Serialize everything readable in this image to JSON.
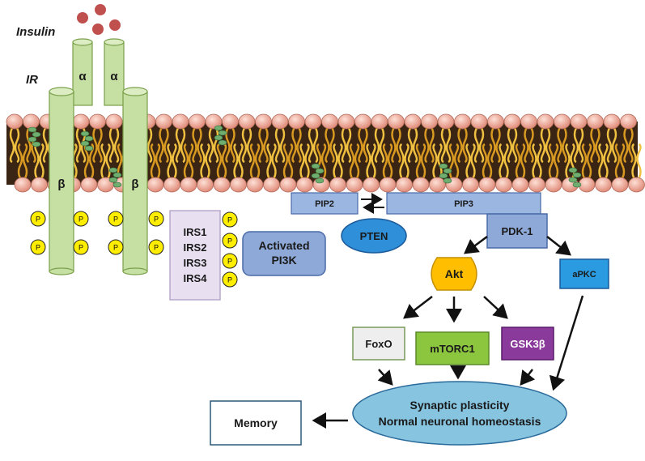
{
  "labels": {
    "insulin": "Insulin",
    "ir": "IR",
    "alpha": "α",
    "beta": "β",
    "phospho": "P"
  },
  "irs": [
    "IRS1",
    "IRS2",
    "IRS3",
    "IRS4"
  ],
  "nodes": {
    "activated_pi3k": [
      "Activated",
      "PI3K"
    ],
    "pip2": "PIP2",
    "pip3": "PIP3",
    "pten": "PTEN",
    "pdk1": "PDK-1",
    "akt": "Akt",
    "apkc": "aPKC",
    "foxo": "FoxO",
    "mtorc1": "mTORC1",
    "gsk3b": "GSK3β",
    "synaptic": [
      "Synaptic plasticity",
      "Normal neuronal homeostasis"
    ],
    "memory": "Memory"
  },
  "colors": {
    "receptor": "#c6dfa2",
    "receptor_stroke": "#7aa04a",
    "phospho": "#ffee00",
    "irs_box": "#e8e0f0",
    "pi3k": "#8ea9d8",
    "pip": "#9bb6e0",
    "pten": "#2f8fd8",
    "pdk1": "#8ea9d8",
    "akt": "#ffbf00",
    "apkc": "#2a9be0",
    "foxo": "#eeeeee",
    "mtorc1": "#8cc63f",
    "gsk3b": "#8a3a9a",
    "synaptic": "#87c4e0",
    "insulin": "#c0504d",
    "lipid_head": "#f4b0a0",
    "lipid_tail": "#d89a20"
  }
}
